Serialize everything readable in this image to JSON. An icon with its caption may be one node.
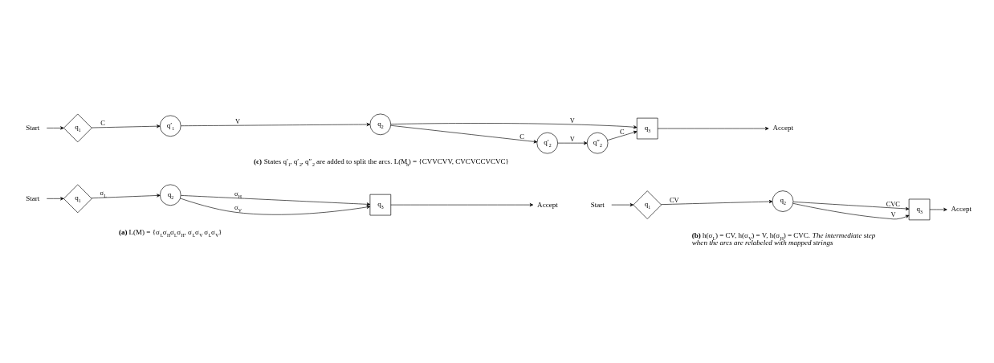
{
  "diagram": {
    "nodes": [
      {
        "text": [
          "Start"
        ]
      },
      {
        "text": [
          "q$_{1}$"
        ]
      },
      {
        "text": [
          "q$_{2}$"
        ]
      },
      {
        "text": [
          "q$_{3}$"
        ]
      },
      {
        "text": [
          "Accept"
        ]
      },
      {
        "text": [
          "Start"
        ]
      },
      {
        "text": [
          "q$_{1}$"
        ]
      },
      {
        "text": [
          "q$_{2}$"
        ]
      },
      {
        "text": [
          "q$_{3}$"
        ]
      },
      {
        "text": [
          "Accept"
        ]
      },
      {
        "text": [
          "Start"
        ]
      },
      {
        "text": [
          "q$_{1}$"
        ]
      },
      {
        "text": [
          "q′$_{1}$"
        ]
      },
      {
        "text": [
          "q$_{2}$"
        ]
      },
      {
        "text": [
          "q′$_{2}$"
        ]
      },
      {
        "text": [
          "q″$_{2}$"
        ]
      },
      {
        "text": [
          "q$_{3}$"
        ]
      },
      {
        "text": [
          "Accept"
        ]
      }
    ],
    "edges": [
      {
        "from": 0,
        "to": 1,
        "arrow": "to"
      },
      {
        "from": 1,
        "to": 2,
        "arrow": "to",
        "label": "σ$_{L}$"
      },
      {
        "from": 2,
        "to": 3,
        "arrow": "to",
        "label": "σ$_{V}$"
      },
      {
        "from": 2,
        "to": 3,
        "arrow": "to",
        "label": "σ$_{H}$"
      },
      {
        "from": 3,
        "to": 4,
        "arrow": "to"
      },
      {
        "from": 5,
        "to": 6,
        "arrow": "to"
      },
      {
        "from": 6,
        "to": 7,
        "arrow": "to",
        "label": "CV"
      },
      {
        "from": 7,
        "to": 8,
        "arrow": "to",
        "label": "V"
      },
      {
        "from": 7,
        "to": 8,
        "arrow": "to",
        "label": "CVC"
      },
      {
        "from": 8,
        "to": 9,
        "arrow": "to"
      },
      {
        "from": 10,
        "to": 11,
        "arrow": "to"
      },
      {
        "from": 11,
        "to": 12,
        "arrow": "to",
        "label": "C"
      },
      {
        "from": 12,
        "to": 13,
        "arrow": "to",
        "label": "V"
      },
      {
        "from": 13,
        "to": 16,
        "arrow": "to",
        "label": "V"
      },
      {
        "from": 13,
        "to": 14,
        "arrow": "to",
        "label": "C"
      },
      {
        "from": 14,
        "to": 15,
        "arrow": "to",
        "label": "V"
      },
      {
        "from": 15,
        "to": 16,
        "arrow": "to",
        "label": "C"
      },
      {
        "from": 16,
        "to": 17,
        "arrow": "to"
      }
    ],
    "labels": [
      "**(b)** h(σ$_{L}$) = CV, h(σ$_{V}$) = V, h(σ$_{H}$) = CVC. *The intermediate step when the arcs are relabeled with mapped strings*",
      "**(a)** L(M) = {σ$_{L}$σ$_{H}$σ$_{L}$σ$_{H}$, σ$_{L}$σ$_{V}$ σ$_{L}$σ$_{V}$}",
      "**(c)** States q′$_{1}$, q′$_{2}$, q″$_{2}$ are added to split the arcs. L(M$_{h}$) = {CVVCVV, CVCVCCVCVC}"
    ]
  }
}
